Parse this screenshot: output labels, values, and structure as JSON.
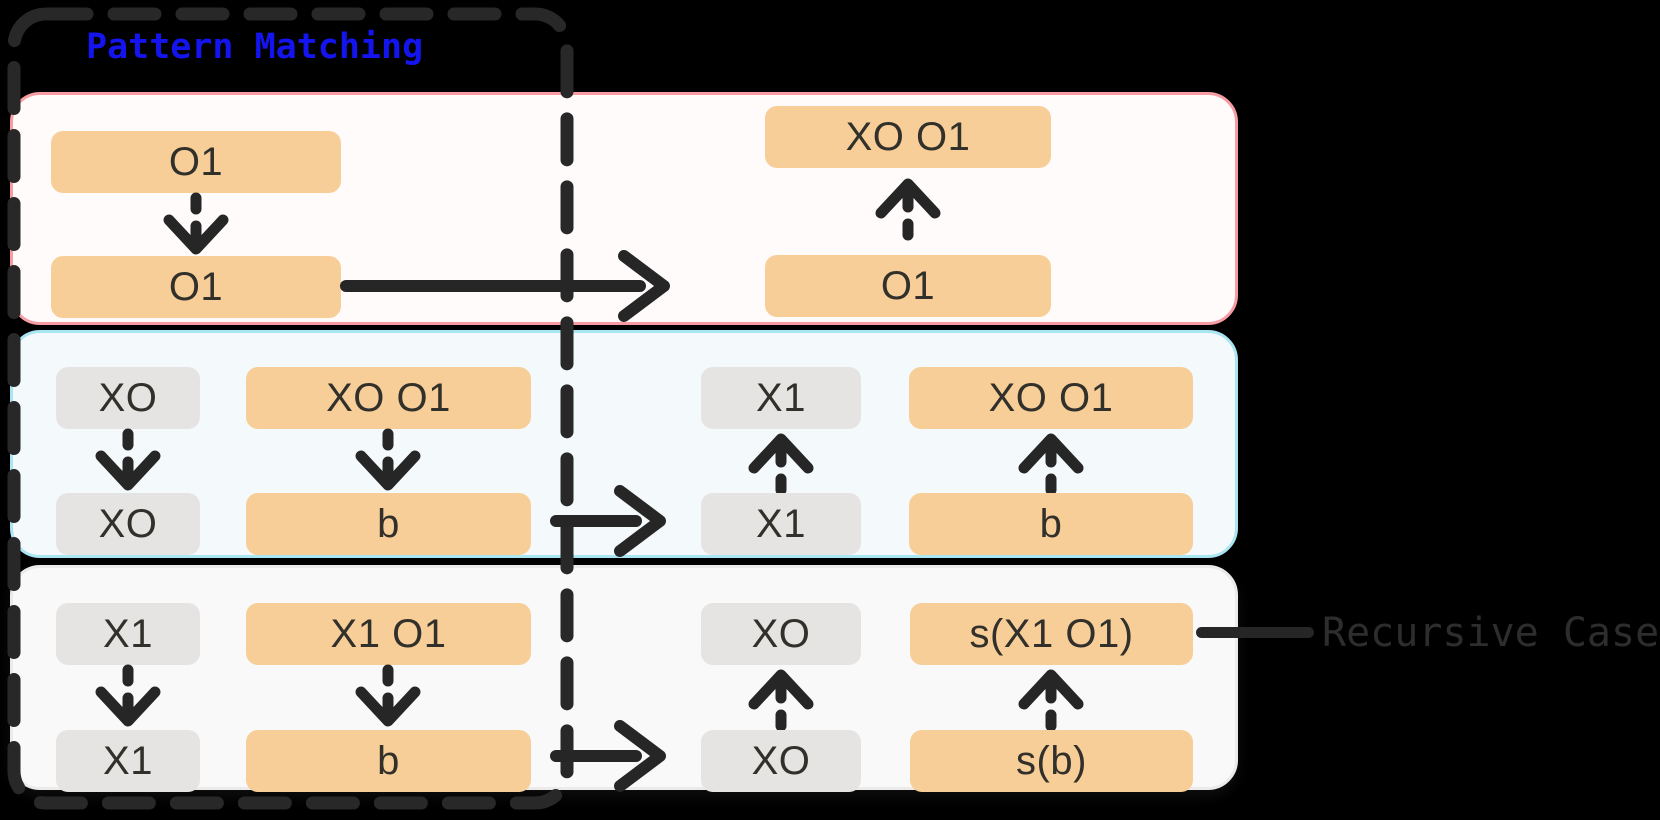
{
  "title": {
    "label": "Pattern Matching"
  },
  "annotation": {
    "label": "Recursive Case"
  },
  "colors": {
    "bg": "#000000",
    "orange": "#f8ce98",
    "gray": "#e5e4e3",
    "box-text": "#32302b",
    "arrow": "#262626",
    "dash": "#282828",
    "row1-border": "#f89ca3",
    "row1-bg": "#fffbfb",
    "row2-border": "#aae6f1",
    "row2-bg": "#f4fafc",
    "row3-border": "#edeaea",
    "row3-bg": "#f9f9f9",
    "title-color": "#1414ee",
    "annotation-color": "#2d2d2d"
  },
  "rows": [
    {
      "name": "base-case-row",
      "left": {
        "term_top": "O1",
        "term_bottom": "O1"
      },
      "right": {
        "term_top": "XO O1",
        "term_bottom": "O1"
      }
    },
    {
      "name": "middle-case-row",
      "left": {
        "var_top": "XO",
        "var_bottom": "XO",
        "term_top": "XO O1",
        "term_bottom": "b"
      },
      "right": {
        "var_top": "X1",
        "var_bottom": "X1",
        "term_top": "XO O1",
        "term_bottom": "b"
      }
    },
    {
      "name": "recursive-case-row",
      "left": {
        "var_top": "X1",
        "var_bottom": "X1",
        "term_top": "X1 O1",
        "term_bottom": "b"
      },
      "right": {
        "var_top": "XO",
        "var_bottom": "XO",
        "term_top": "s(X1 O1)",
        "term_bottom": "s(b)"
      }
    }
  ]
}
